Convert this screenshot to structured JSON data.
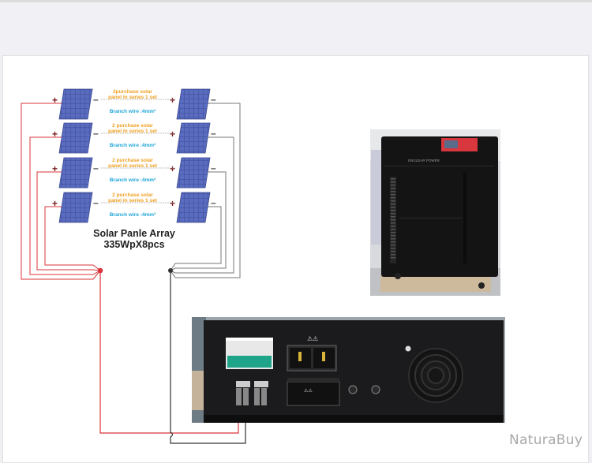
{
  "page": {
    "background": "#f1f1f5"
  },
  "diagram": {
    "title": "Solar Panle Array",
    "subtitle": "335WpX8pcs",
    "rows": [
      {
        "series_label": "2purchase solar",
        "series_label2": "panel in series 1 set",
        "branch_label": "Branch wire :4mm²"
      },
      {
        "series_label": "2 purchase solar",
        "series_label2": "panel in series 1 set",
        "branch_label": "Branch wire :4mm²"
      },
      {
        "series_label": "2 purchase solar",
        "series_label2": "panel in series 1 set",
        "branch_label": "Branch wire :4mm²"
      },
      {
        "series_label": "2 purchase solar",
        "series_label2": "panel in series 1 set",
        "branch_label": "Branch wire :4mm²"
      }
    ],
    "plus_sign": "+",
    "minus_sign": "–",
    "colors": {
      "positive_wire": "#d9343a",
      "negative_wire": "#333333",
      "series_text": "#f0a020",
      "branch_text": "#1fa6d8",
      "panel": "#4a5aa8"
    }
  },
  "photos": {
    "inverter_front": {
      "label": "inverter-front-photo",
      "brand_text": "ENGLEAR POWER"
    },
    "inverter_back": {
      "label": "inverter-back-panel-photo"
    }
  },
  "watermark": "NaturaBuy"
}
